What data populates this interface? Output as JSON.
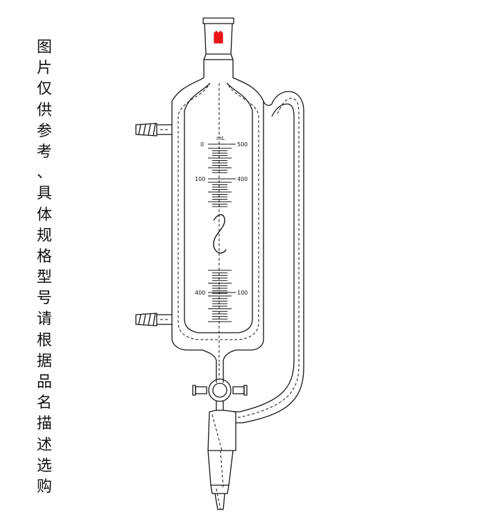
{
  "notice_chars": [
    "图",
    "片",
    "仅",
    "供",
    "参",
    "考",
    "、",
    "具",
    "体",
    "规",
    "格",
    "型",
    "号",
    "请",
    "根",
    "据",
    "品",
    "名",
    "描",
    "述",
    "选",
    "购"
  ],
  "scale": {
    "unit": "mL",
    "left_top": "0",
    "right_top": "500",
    "left_mid": "100",
    "right_mid": "400",
    "left_bottom": "400",
    "right_bottom": "100"
  },
  "colors": {
    "outline": "#111111",
    "stopper_mark": "#e8161b",
    "text": "#111111"
  }
}
